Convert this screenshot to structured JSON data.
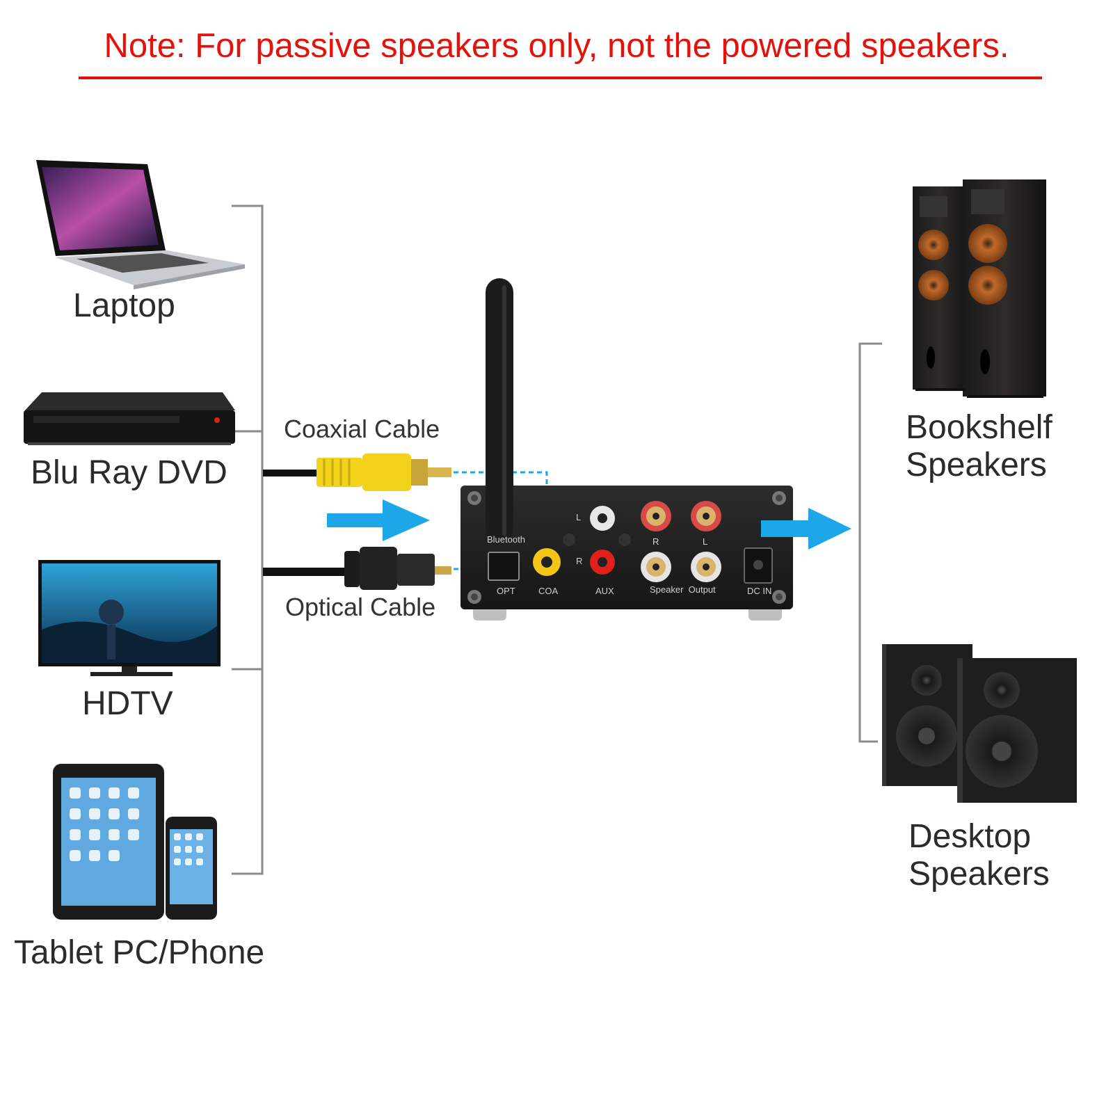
{
  "note": "Note: For passive speakers only, not the powered speakers.",
  "sources": [
    {
      "label": "Laptop",
      "icon": "laptop-icon"
    },
    {
      "label": "Blu Ray DVD",
      "icon": "bluray-player-icon"
    },
    {
      "label": "HDTV",
      "icon": "tv-icon"
    },
    {
      "label": "Tablet PC/Phone",
      "icon": "tablet-phone-icon"
    }
  ],
  "cables": {
    "coaxial": "Coaxial Cable",
    "optical": "Optical Cable"
  },
  "amp_panel": {
    "bluetooth": "Bluetooth",
    "opt": "OPT",
    "coa": "COA",
    "aux": "AUX",
    "l": "L",
    "r": "R",
    "speaker_output": "Speaker  Output",
    "dc_in": "DC IN"
  },
  "outputs": [
    {
      "label_line1": "Bookshelf",
      "label_line2": "Speakers",
      "icon": "tower-speaker-icon"
    },
    {
      "label_line1": "Desktop",
      "label_line2": "Speakers",
      "icon": "desktop-speaker-icon"
    }
  ],
  "colors": {
    "note": "#e3120b",
    "arrow": "#1ea7e8",
    "coax_plug": "#f2d21b",
    "bracket": "#8a8a8a"
  }
}
